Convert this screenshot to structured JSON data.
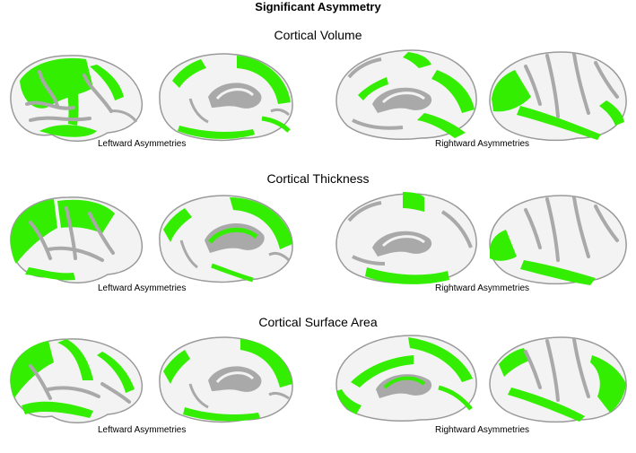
{
  "title": "Significant Asymmetry",
  "colors": {
    "significant": "#33ee00",
    "cortex": "#f3f3f3",
    "sulcus": "#a9a9a9"
  },
  "sections": [
    {
      "heading": "Cortical Volume",
      "left_caption": "Leftward Asymmetries",
      "right_caption": "Rightward Asymmetries"
    },
    {
      "heading": "Cortical Thickness",
      "left_caption": "Leftward Asymmetries",
      "right_caption": "Rightward Asymmetries"
    },
    {
      "heading": "Cortical Surface Area",
      "left_caption": "Leftward Asymmetries",
      "right_caption": "Rightward Asymmetries"
    }
  ]
}
